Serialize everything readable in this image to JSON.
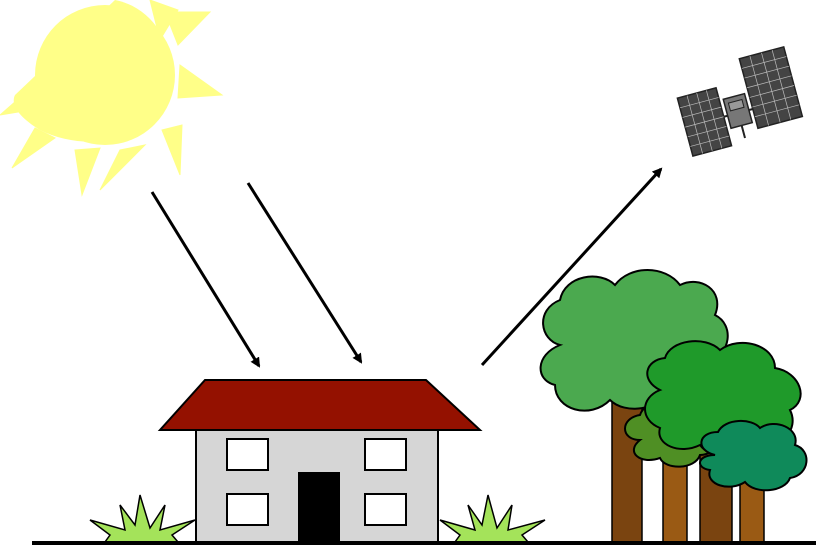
{
  "scene": {
    "elements": [
      "sun",
      "satellite",
      "incoming-radiation-arrows",
      "reflected-radiation-arrow",
      "house",
      "shrubs",
      "trees",
      "ground-line"
    ],
    "incoming_arrow_count": 2,
    "reflected_arrow_count": 1,
    "house_window_count": 4,
    "tree_count": 4,
    "shrub_count": 2
  },
  "colors": {
    "sun": "#ffff88",
    "roof": "#941100",
    "house_wall": "#d6d6d6",
    "window": "#ffffff",
    "door": "#000000",
    "shrub": "#a4e35a",
    "trunk_dark": "#7a4410",
    "trunk_light": "#9a5a14",
    "tree_canopy_light": "#4ba94f",
    "tree_canopy_mid": "#1f9a2a",
    "tree_canopy_small": "#4f8f24",
    "tree_canopy_teal": "#0f8a5a",
    "satellite_panel": "#5a5a5a",
    "arrow": "#000000",
    "ground": "#000000"
  },
  "icons": {
    "sun": "sun-icon",
    "satellite": "satellite-icon"
  }
}
